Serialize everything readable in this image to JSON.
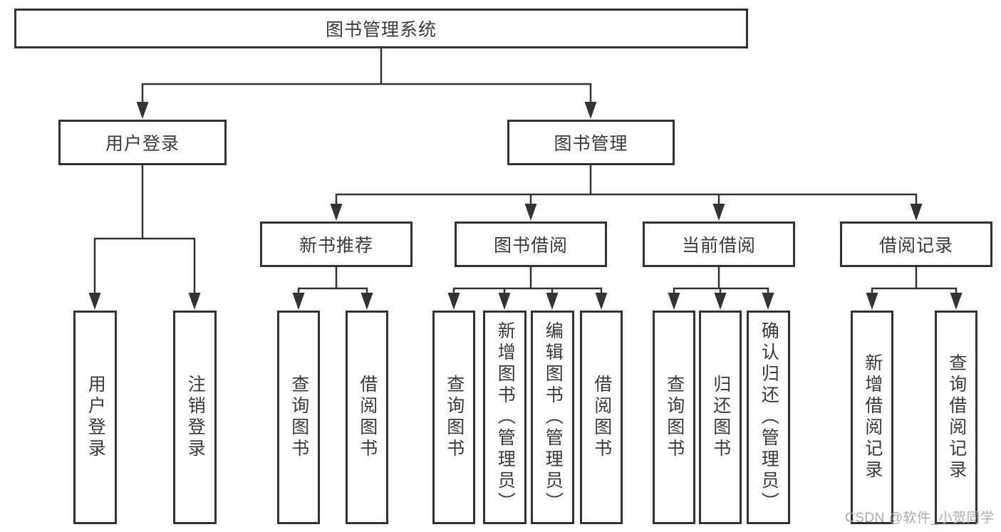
{
  "diagram": {
    "title": "图书管理系统",
    "nodes": {
      "root": "图书管理系统",
      "user_login": "用户登录",
      "book_management": "图书管理",
      "new_book_recommend": "新书推荐",
      "book_borrowing": "图书借阅",
      "current_borrowing": "当前借阅",
      "borrowing_records": "借阅记录",
      "ul_user_login": "用户登录",
      "ul_logout_login": "注销登录",
      "nbr_query_books": "查询图书",
      "nbr_borrow_books": "借阅图书",
      "bb_query_books": "查询图书",
      "bb_add_books_admin": "新增图书（管理员）",
      "bb_edit_books_admin": "编辑图书（管理员）",
      "bb_borrow_books": "借阅图书",
      "cb_query_books": "查询图书",
      "cb_return_books": "归还图书",
      "cb_confirm_return_admin": "确认归还（管理员）",
      "br_add_borrow_record": "新增借阅记录",
      "br_query_borrow_record": "查询借阅记录"
    },
    "watermark": "CSDN @软件_小贺同学",
    "colors": {
      "line": "#333333",
      "box_border": "#333333",
      "box_background": "#ffffff",
      "text": "#3a3a3a",
      "watermark": "#a9acb1",
      "page_background": "#ffffff"
    }
  }
}
